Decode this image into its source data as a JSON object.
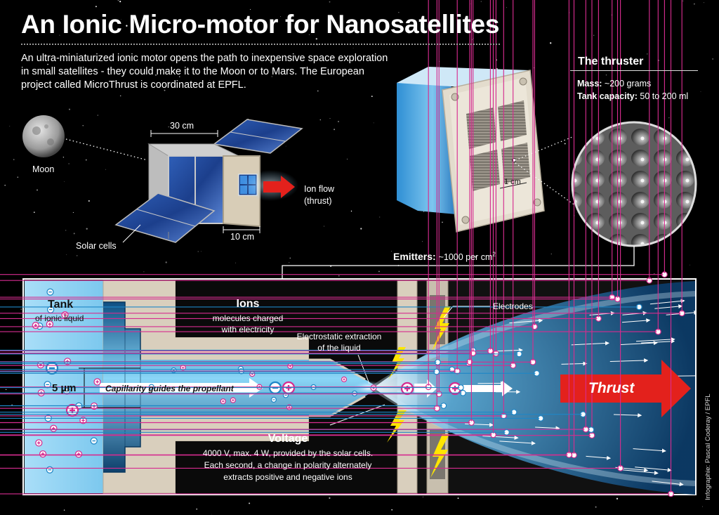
{
  "title": "An Ionic Micro-motor for Nanosatellites",
  "intro": "An ultra-miniaturized ionic motor opens the path to inexpensive space exploration in small satellites - they could make it to the Moon or to Mars. The European project called MicroThrust is coordinated at EPFL.",
  "moon_label": "Moon",
  "satellite": {
    "width_label": "30 cm",
    "depth_label": "10 cm",
    "solar_label": "Solar cells",
    "ion_flow_line1": "Ion flow",
    "ion_flow_line2": "(thrust)"
  },
  "thruster": {
    "heading": "The thruster",
    "mass_label": "Mass:",
    "mass_value": "~200 grams",
    "tank_label": "Tank capacity:",
    "tank_value": "50 to 200 ml",
    "scale_label": "1 cm"
  },
  "emitters": {
    "label": "Emitters:",
    "value": "~1000 per cm",
    "sup": "2"
  },
  "diagram": {
    "tank_title": "Tank",
    "tank_sub": "of ionic liquid",
    "size_label": "5 µm",
    "capillarity": "Capillarity guides the propellant",
    "ions_title": "Ions",
    "ions_sub1": "molecules charged",
    "ions_sub2": "with electricity",
    "extraction1": "Electrostatic extraction",
    "extraction2": "of the liquid",
    "electrodes": "Electrodes",
    "thrust": "Thrust",
    "voltage_title": "Voltage",
    "voltage_l1": "4000 V, max. 4 W, provided by the solar cells.",
    "voltage_l2": "Each second, a change in polarity alternately",
    "voltage_l3": "extracts positive and negative ions",
    "credit": "Infographie: Pascal Coderay / EPFL"
  },
  "colors": {
    "tank_blue": "#9ad7f5",
    "beam_blue": "#1e73a8",
    "housing": "#d9cfbd",
    "positive": "#d62c8f",
    "negative": "#1f86c6",
    "thrust_red": "#e3211c",
    "bolt_yellow": "#ffe600"
  }
}
